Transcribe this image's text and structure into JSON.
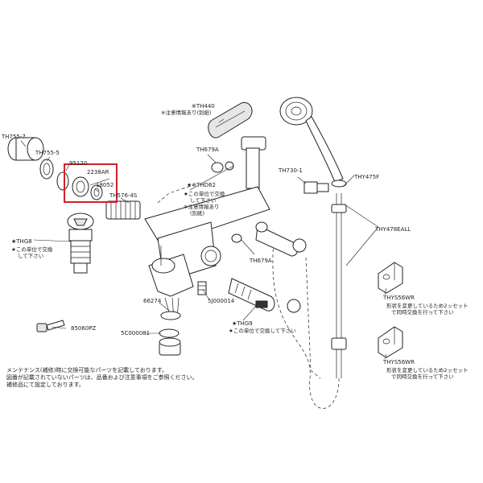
{
  "labels": {
    "th440": "※TH440",
    "th440_note": "※注意情報あり(別紙)",
    "th755_7": "TH755-7",
    "th755_5": "TH755-5",
    "s95120": "95120",
    "s2238ar": "2238AR",
    "s18052": "18052",
    "th576_4s": "TH576-4S",
    "th679a_top": "TH679A",
    "thd62": "★※THD62",
    "thd62_note1": "★この単位で交換",
    "thd62_note2": "して下さい",
    "thd62_note3": "※注意情報あり",
    "thd62_note4": "(別紙)",
    "th730_1": "TH730-1",
    "thy475f": "THY475F",
    "thy478eall": "THY478EALL",
    "thg8": "★THG8",
    "thg8_note1": "★この単位で交換",
    "thg8_note2": "して下さい",
    "th679a_bottom": "TH679A",
    "s66274": "66274",
    "s5j000014": "5J000014",
    "thg9": "★THG9",
    "thg9_note": "★この単位で交換して下さい",
    "s85060pz": "85060PZ",
    "s5c000081": "5C000081",
    "thys56wr_1": "THYS56WR",
    "thys56wr_1_note1": "形状を変更しているため2ッセット",
    "thys56wr_1_note2": "で同時交換を行って下さい",
    "thys56wr_2": "THYS56WR",
    "thys56wr_2_note1": "形状を変更しているため2ッセット",
    "thys56wr_2_note2": "で同時交換を行って下さい"
  },
  "footer": {
    "line1": "メンテナンス(補修)時に交換可能なパーツを記載しております。",
    "line2": "図番が記載されていないパーツは、品番および注意事項をご参照ください。",
    "line3": "補修品にて設定しております。"
  },
  "highlight_color": "#d0202a"
}
